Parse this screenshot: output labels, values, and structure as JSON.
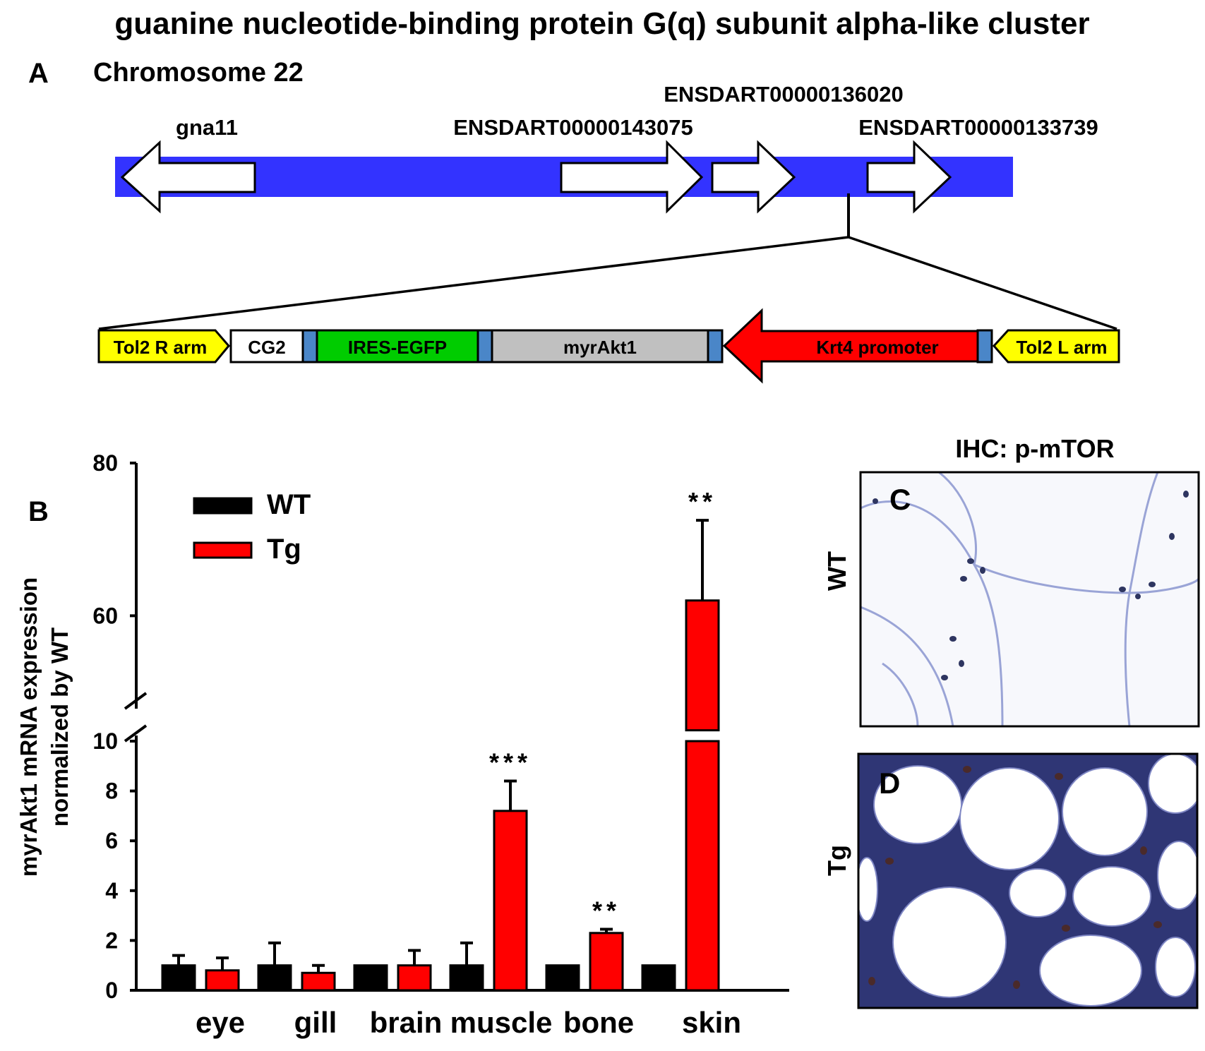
{
  "figure": {
    "title": "guanine nucleotide-binding protein G(q) subunit alpha-like cluster"
  },
  "panel_a": {
    "letter": "A",
    "chromosome": "Chromosome 22",
    "genes": [
      "gna11",
      "ENSDART00000143075",
      "ENSDART00000136020",
      "ENSDART00000133739"
    ],
    "construct": [
      "Tol2 R arm",
      "CG2",
      "IRES-EGFP",
      "myrAkt1",
      "Krt4 promoter",
      "Tol2 L arm"
    ],
    "colors": {
      "chromosome": "#3333ff",
      "tol2": "#ffff00",
      "cg2": "#ffffff",
      "ires_egfp": "#00cc00",
      "myrakt1": "#c0c0c0",
      "krt4": "#ff0000",
      "spacer": "#4a86c8"
    }
  },
  "panel_b": {
    "letter": "B"
  },
  "panel_cd": {
    "header": "IHC: p-mTOR",
    "c_letter": "C",
    "c_row_label": "WT",
    "d_letter": "D",
    "d_row_label": "Tg"
  },
  "chart_data": {
    "type": "bar",
    "categories": [
      "eye",
      "gill",
      "brain",
      "muscle",
      "bone",
      "skin"
    ],
    "series": [
      {
        "name": "WT",
        "color": "#000000",
        "values": [
          1.0,
          1.0,
          1.0,
          1.0,
          1.0,
          1.0
        ],
        "errors": [
          0.4,
          0.9,
          0.0,
          0.9,
          0.0,
          0.0
        ]
      },
      {
        "name": "Tg",
        "color": "#ff0000",
        "values": [
          0.8,
          0.7,
          1.0,
          7.2,
          2.3,
          62
        ],
        "errors": [
          0.5,
          0.3,
          0.6,
          1.2,
          0.15,
          10.5
        ]
      }
    ],
    "significance": [
      "",
      "",
      "",
      "***",
      "**",
      "**"
    ],
    "ylabel": "myrAkt1 mRNA expression normalized by WT",
    "ylabel_lines": [
      "myrAkt1 mRNA expression",
      "normalized by WT"
    ],
    "y_axis_break": [
      10,
      50
    ],
    "ylim": [
      0,
      80
    ],
    "yticks_lower": [
      "0",
      "2",
      "4",
      "6",
      "8",
      "10"
    ],
    "yticks_upper": [
      "60",
      "80"
    ],
    "legend_position": "top-left",
    "grid": false
  }
}
